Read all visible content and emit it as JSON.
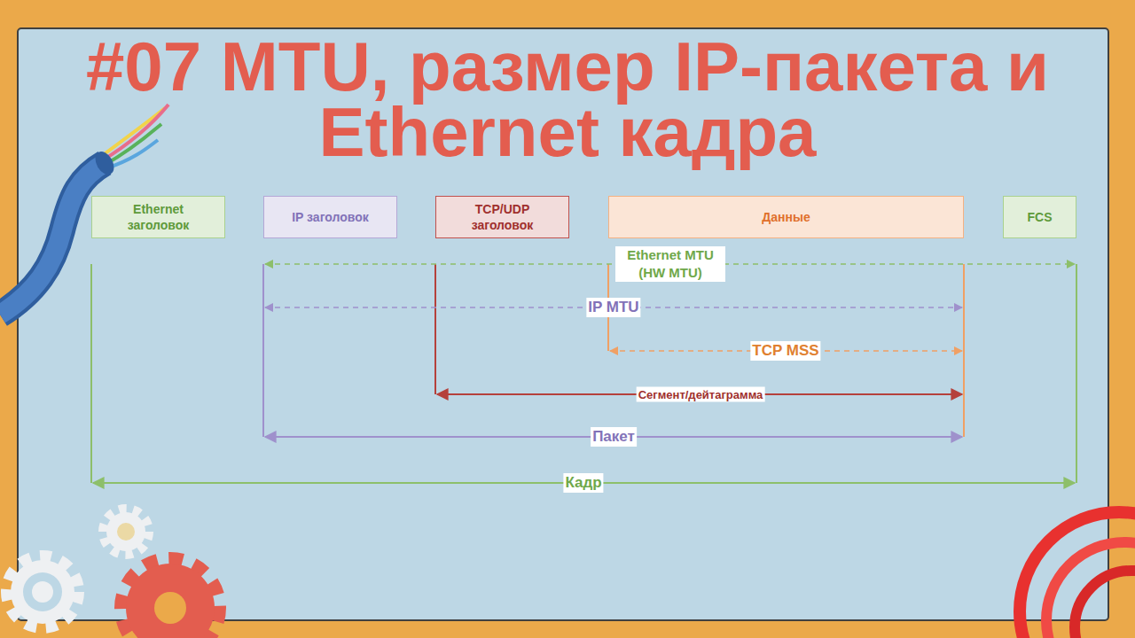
{
  "diagram": {
    "title": "#07 MTU, размер IP-пакета и Ethernet кадра",
    "nodes": [
      {
        "text": [
          "Ethernet заголовок"
        ]
      },
      {
        "text": [
          "IP заголовок"
        ]
      },
      {
        "text": [
          "TCP/UDP заголовок"
        ]
      },
      {
        "text": [
          "Данные"
        ]
      },
      {
        "text": [
          "FCS"
        ]
      }
    ],
    "labels": [
      "Ethernet MTU (HW MTU)",
      "IP MTU",
      "TCP MSS",
      "Сегмент/дейтаграмма",
      "Пакет",
      "Кадр"
    ]
  }
}
